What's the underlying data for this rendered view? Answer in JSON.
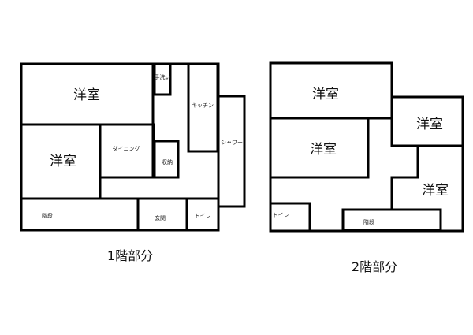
{
  "floor1": {
    "caption": "1階部分",
    "rooms": {
      "western1": "洋室",
      "western2": "洋室",
      "washroom": "手洗い",
      "kitchen": "キッチン",
      "shower": "シャワー",
      "dining": "ダイニング",
      "storage": "収納",
      "stairs": "階段",
      "entrance": "玄関",
      "toilet": "トイレ"
    }
  },
  "floor2": {
    "caption": "2階部分",
    "rooms": {
      "western1": "洋室",
      "western2": "洋室",
      "western3": "洋室",
      "western4": "洋室",
      "toilet": "トイレ",
      "stairs": "階段"
    }
  }
}
